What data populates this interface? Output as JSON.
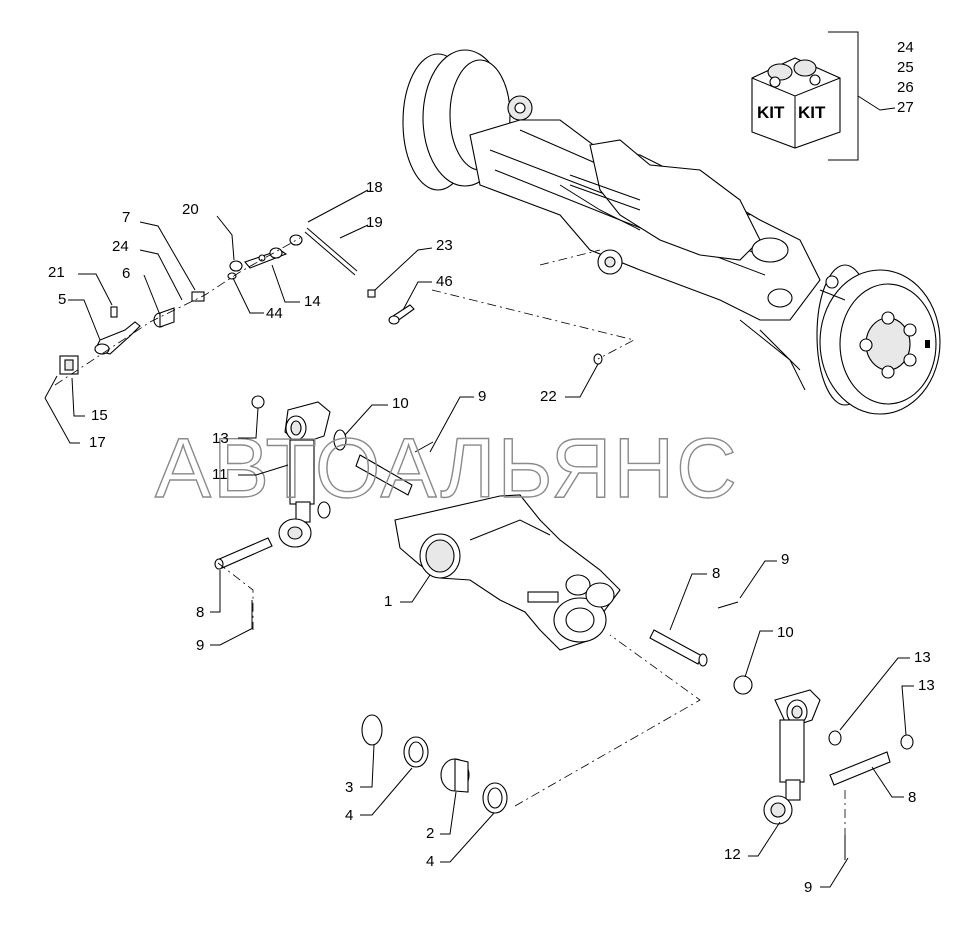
{
  "watermark": "АВТОАЛЬЯНС",
  "kit_box": {
    "label_left": "KIT",
    "label_right": "KIT"
  },
  "callouts": {
    "c24a": "24",
    "c25": "25",
    "c26": "26",
    "c27": "27",
    "c18": "18",
    "c19": "19",
    "c20": "20",
    "c7": "7",
    "c24b": "24",
    "c21": "21",
    "c6": "6",
    "c5": "5",
    "c23": "23",
    "c46": "46",
    "c44": "44",
    "c14": "14",
    "c15": "15",
    "c17": "17",
    "c22": "22",
    "c13a": "13",
    "c11": "11",
    "c10a": "10",
    "c9a": "9",
    "c8a": "8",
    "c9b": "9",
    "c1": "1",
    "c8b": "8",
    "c9c": "9",
    "c10b": "10",
    "c13b": "13",
    "c13c": "13",
    "c8c": "8",
    "c12": "12",
    "c9d": "9",
    "c3": "3",
    "c4a": "4",
    "c2": "2",
    "c4b": "4"
  }
}
